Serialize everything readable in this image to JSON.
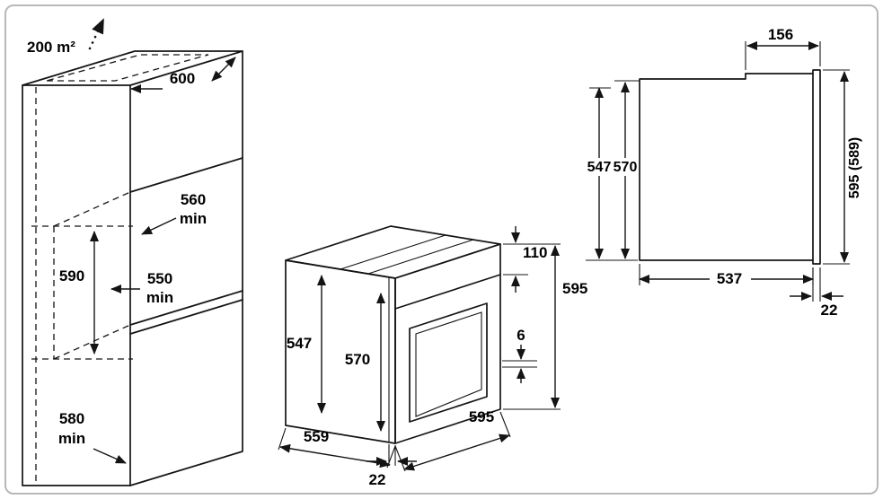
{
  "cabinet": {
    "vent_area": "200 m²",
    "top_depth": "600",
    "niche_width": "560",
    "niche_width_min": "min",
    "niche_depth": "550",
    "niche_depth_min": "min",
    "niche_height": "590",
    "unit_depth": "580",
    "unit_depth_min": "min"
  },
  "oven": {
    "panel_height": "110",
    "total_height": "595",
    "body_height": "547",
    "door_height": "570",
    "bottom_gap": "6",
    "front_width": "595",
    "body_depth": "559",
    "door_thickness": "22"
  },
  "side_view": {
    "top_depth": "156",
    "body_height": "547",
    "door_height": "570",
    "total_height": "595 (589)",
    "body_depth": "537",
    "door_thickness": "22"
  }
}
